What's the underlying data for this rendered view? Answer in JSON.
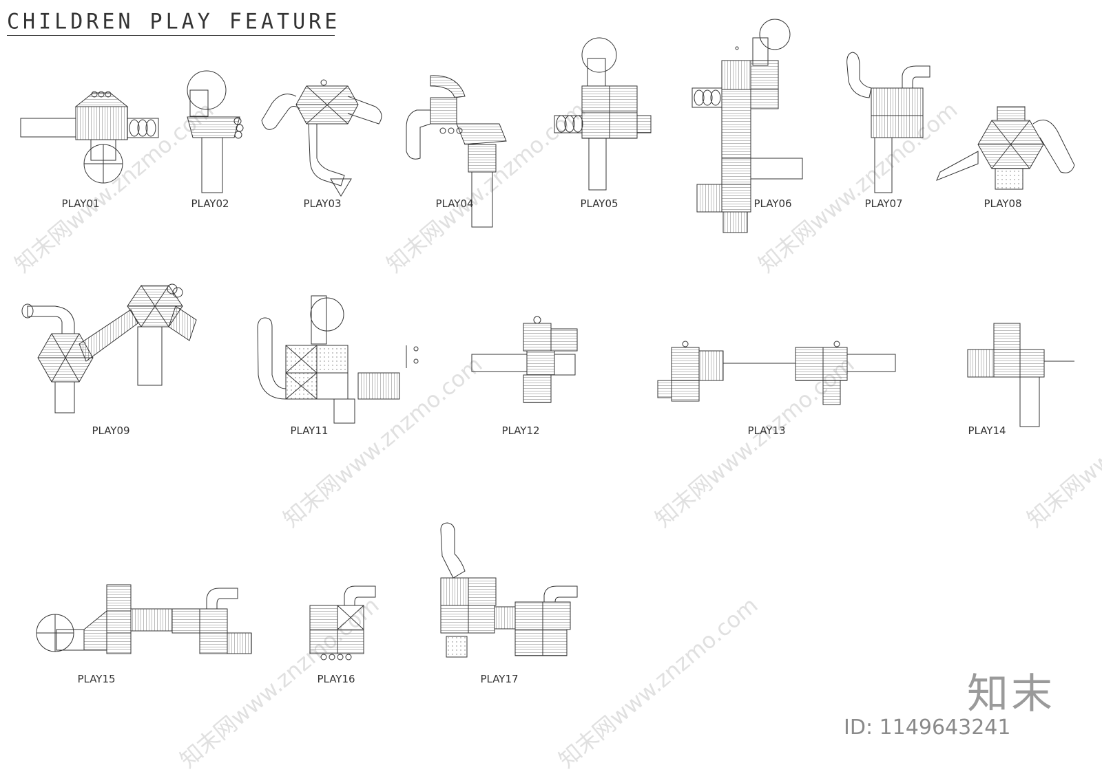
{
  "title": "CHILDREN PLAY FEATURE",
  "labels": {
    "play01": "PLAY01",
    "play02": "PLAY02",
    "play03": "PLAY03",
    "play04": "PLAY04",
    "play05": "PLAY05",
    "play06": "PLAY06",
    "play07": "PLAY07",
    "play08": "PLAY08",
    "play09": "PLAY09",
    "play11": "PLAY11",
    "play12": "PLAY12",
    "play13": "PLAY13",
    "play14": "PLAY14",
    "play15": "PLAY15",
    "play16": "PLAY16",
    "play17": "PLAY17"
  },
  "watermark": "知末网www.znzmo.com",
  "logo": "知末",
  "id_text": "ID: 1149643241",
  "colors": {
    "line": "#333333",
    "watermark": "#e0e0e0",
    "logo": "#9a9a9a"
  }
}
